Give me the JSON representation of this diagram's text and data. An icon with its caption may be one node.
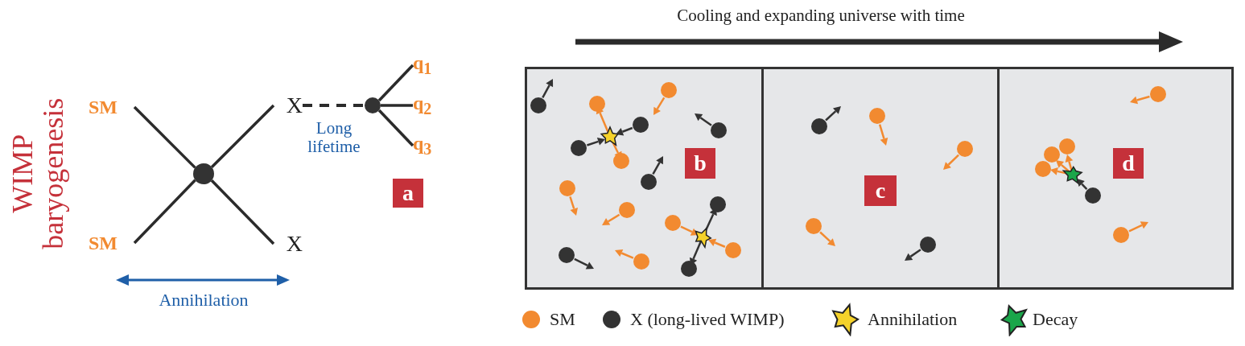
{
  "diagram": {
    "title": "WIMP baryogenesis",
    "nodes": [
      {
        "text": [
          "SM"
        ]
      },
      {
        "text": [
          "SM"
        ]
      },
      {
        "text": [],
        "shape": "circle"
      },
      {
        "text": [
          "X"
        ]
      },
      {
        "text": [
          "X"
        ]
      },
      {
        "text": [],
        "shape": "circle"
      },
      {
        "text": [
          "q$_{1}$"
        ]
      },
      {
        "text": [
          "q$_{2}$"
        ]
      },
      {
        "text": [
          "q$_{3}$"
        ]
      },
      {
        "text": [
          "a"
        ]
      },
      {
        "text": [],
        "shape": "box"
      },
      {
        "text": [
          "b"
        ],
        "in": 10
      },
      {
        "text": [],
        "shape": "box"
      },
      {
        "text": [
          "c"
        ],
        "in": 12
      },
      {
        "text": [],
        "shape": "box"
      },
      {
        "text": [
          "d"
        ],
        "in": 14
      }
    ],
    "edges": [
      {
        "from": 0,
        "to": 2,
        "arrow": "none"
      },
      {
        "from": 1,
        "to": 2,
        "arrow": "none"
      },
      {
        "from": 2,
        "to": 3,
        "arrow": "none"
      },
      {
        "from": 2,
        "to": 4,
        "arrow": "none"
      },
      {
        "from": 3,
        "to": 5,
        "arrow": "none",
        "style": "dashed",
        "label": "Long lifetime"
      },
      {
        "from": 5,
        "to": 6,
        "arrow": "none"
      },
      {
        "from": 5,
        "to": 7,
        "arrow": "none"
      },
      {
        "from": 5,
        "to": 8,
        "arrow": "none"
      }
    ],
    "labels": [
      "Annihilation",
      "Cooling and expanding universe with time"
    ],
    "legend": [
      {
        "text": "SM",
        "color": "#f28a30"
      },
      {
        "text": "X (long-lived WIMP)",
        "color": "#333333"
      },
      {
        "text": "Annihilation"
      },
      {
        "text": "Decay"
      }
    ]
  }
}
